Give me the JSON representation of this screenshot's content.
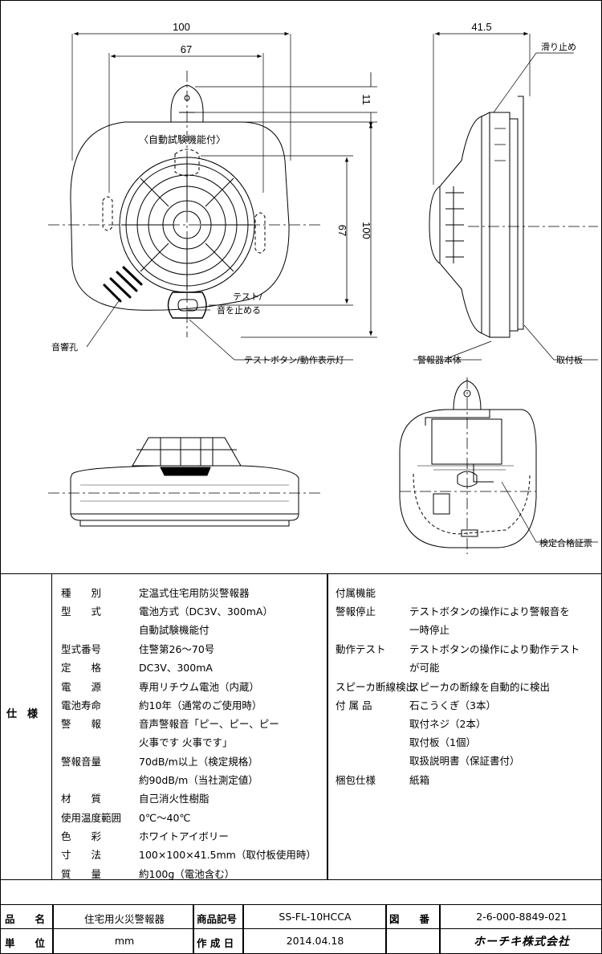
{
  "drawing": {
    "dims": {
      "front_width": "100",
      "front_inner_width": "67",
      "front_tab": "11",
      "front_inner_height": "67",
      "front_height": "100",
      "side_depth": "41.5"
    },
    "labels": {
      "auto_test": "〈自動試験機能付〉",
      "test_stop_1": "テスト/",
      "test_stop_2": "音を止める",
      "sound_hole": "音響孔",
      "test_button": "テストボタン/動作表示灯",
      "anti_slip": "滑り止め",
      "alarm_body": "警報器本体",
      "mount_plate": "取付板",
      "inspection_label": "検定合格証票"
    }
  },
  "spec": {
    "section_label": "仕　様",
    "left": [
      {
        "k": "種　　別",
        "v": [
          "定温式住宅用防災警報器"
        ]
      },
      {
        "k": "型　　式",
        "v": [
          "電池方式（DC3V、300mA）",
          "自動試験機能付"
        ]
      },
      {
        "k": "型式番号",
        "v": [
          "住警第26～70号"
        ]
      },
      {
        "k": "定　　格",
        "v": [
          "DC3V、300mA"
        ]
      },
      {
        "k": "電　　源",
        "v": [
          "専用リチウム電池（内蔵）"
        ]
      },
      {
        "k": "電池寿命",
        "v": [
          "約10年（通常のご使用時）"
        ]
      },
      {
        "k": "警　　報",
        "v": [
          "音声警報音「ピー、ピー、ピー",
          "火事です 火事です」"
        ]
      },
      {
        "k": "警報音量",
        "v": [
          "70dB/m以上（検定規格）",
          "約90dB/m（当社測定値）"
        ]
      },
      {
        "k": "材　　質",
        "v": [
          "自己消火性樹脂"
        ]
      },
      {
        "k": "使用温度範囲",
        "v": [
          "0℃～40℃"
        ]
      },
      {
        "k": "色　　彩",
        "v": [
          "ホワイトアイボリー"
        ]
      },
      {
        "k": "寸　　法",
        "v": [
          "100×100×41.5mm（取付板使用時）"
        ]
      },
      {
        "k": "質　　量",
        "v": [
          "約100g（電池含む）"
        ]
      }
    ],
    "right": [
      {
        "k": "付属機能",
        "v": [
          ""
        ]
      },
      {
        "k": "警報停止",
        "v": [
          "テストボタンの操作により警報音を",
          "一時停止"
        ]
      },
      {
        "k": "動作テスト",
        "v": [
          "テストボタンの操作により動作テスト",
          "が可能"
        ]
      },
      {
        "k": "スピーカ断線検出",
        "v": [
          "スピーカの断線を自動的に検出"
        ]
      },
      {
        "k": "付 属 品",
        "v": [
          "石こうくぎ（3本）",
          "取付ネジ（2本）",
          "取付板（1個）",
          "取扱説明書（保証書付）"
        ]
      },
      {
        "k": "梱包仕様",
        "v": [
          "紙箱"
        ]
      }
    ]
  },
  "title_block": {
    "product_name_label": "品　　名",
    "product_name": "住宅用火災警報器",
    "model_label": "商品記号",
    "model": "SS-FL-10HCCA",
    "drawing_no_label": "図　　番",
    "drawing_no": "2-6-000-8849-021",
    "unit_label": "単　　位",
    "unit": "mm",
    "date_label": "作 成 日",
    "date": "2014.04.18",
    "company": "ホーチキ株式会社"
  }
}
